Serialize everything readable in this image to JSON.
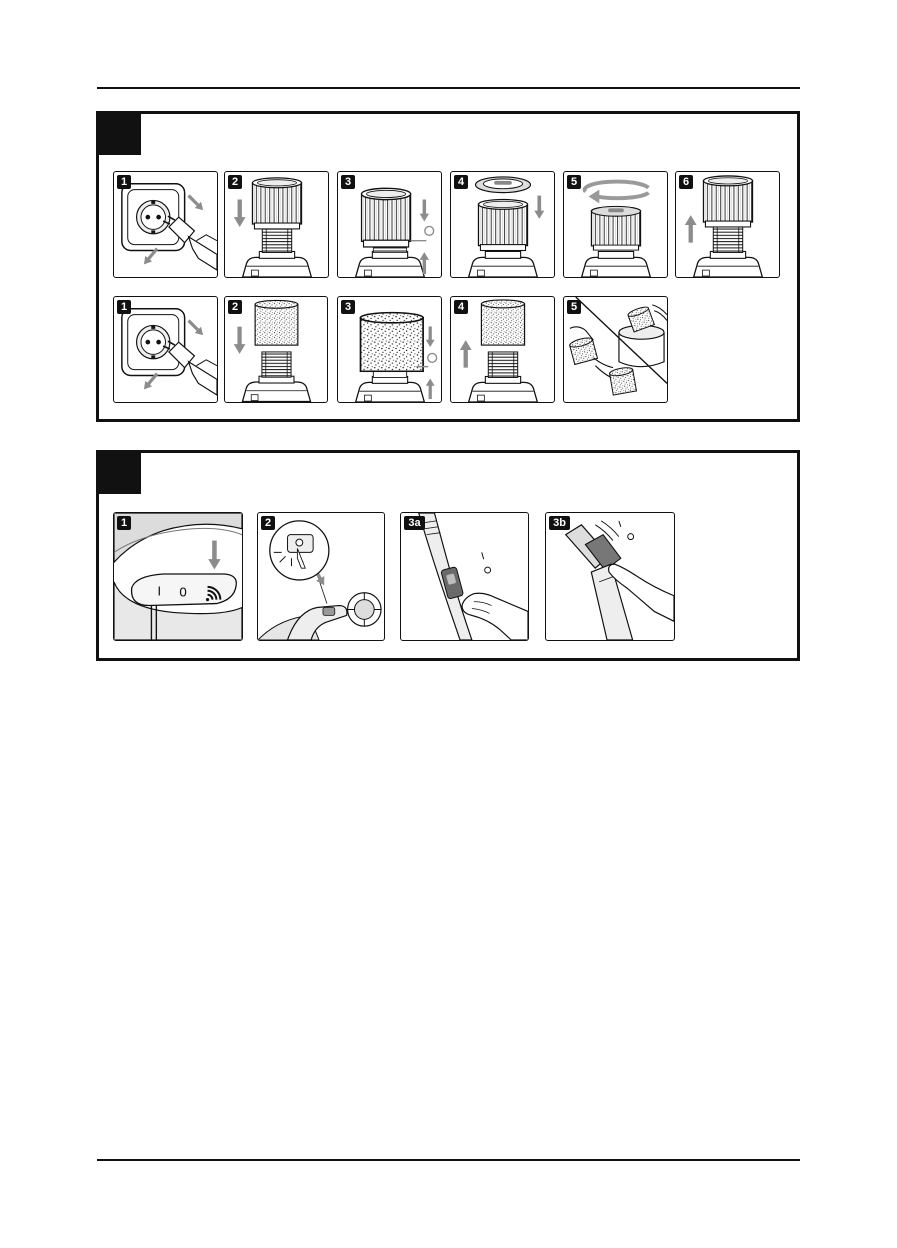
{
  "colors": {
    "ink": "#111111",
    "arrow": "#8c8c8c",
    "background": "#ffffff"
  },
  "section_1": {
    "row_1": [
      {
        "step": "1",
        "icon": "unplug-icon"
      },
      {
        "step": "2",
        "icon": "filter-lower-icon"
      },
      {
        "step": "3",
        "icon": "filter-lock-icon"
      },
      {
        "step": "4",
        "icon": "lid-place-icon"
      },
      {
        "step": "5",
        "icon": "lid-turn-icon"
      },
      {
        "step": "6",
        "icon": "filter-remove-icon"
      }
    ],
    "row_2": [
      {
        "step": "1",
        "icon": "unplug-icon"
      },
      {
        "step": "2",
        "icon": "sponge-lower-icon"
      },
      {
        "step": "3",
        "icon": "sponge-fit-icon"
      },
      {
        "step": "4",
        "icon": "sponge-remove-icon"
      },
      {
        "step": "5",
        "icon": "sponge-wash-icon"
      }
    ]
  },
  "section_2": {
    "steps": [
      {
        "step": "1",
        "icon": "power-switch-icon"
      },
      {
        "step": "2",
        "icon": "button-press-icon"
      },
      {
        "step": "3a",
        "icon": "hose-slider-icon"
      },
      {
        "step": "3b",
        "icon": "nozzle-grip-icon"
      }
    ],
    "switch_labels": {
      "on": "I",
      "off": "0"
    }
  }
}
